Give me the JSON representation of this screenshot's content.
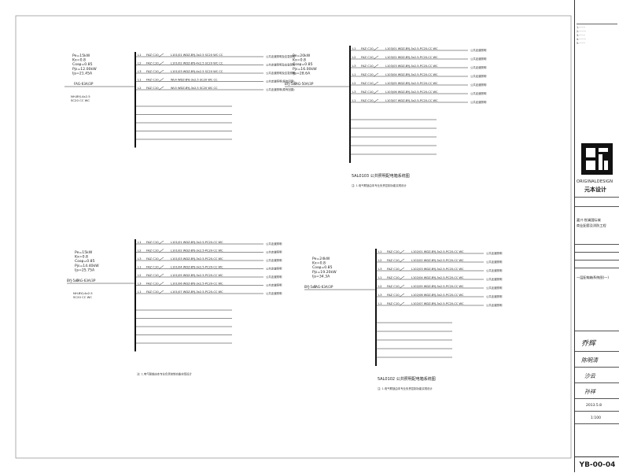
{
  "diagrams": [
    {
      "id": "d1",
      "params": [
        "Pe=15kW",
        "Kx=0.8",
        "Cosφ=0.85",
        "Pjs=12.00kW",
        "Ijs=21.45A"
      ],
      "main_switch": "FAG-63A/3P",
      "incoming": "NH-BYJ-4x2.5\nSC20 CC WC",
      "circuits": [
        {
          "phase": "L1",
          "breaker": "FAZ C10",
          "cable": "L101/01 WDZ-BYJ-3x2.5 SC20 WC CC",
          "use": "公共走道照明及应急照明"
        },
        {
          "phase": "L2",
          "breaker": "FAZ C10",
          "cable": "L101/02 WDZ-BYJ-4x2.5 SC20 WC CC",
          "use": "公共走道照明及应急照明"
        },
        {
          "phase": "L3",
          "breaker": "FAZ C10",
          "cable": "L101/03 WDZ-BYJ-4x2.5 SC20 WC CC",
          "use": "公共走道照明及应急照明"
        },
        {
          "phase": "L1",
          "breaker": "FAZ C10",
          "cable": "WL4 WDZ-BYJ-3x2.5 SC20 WC CC",
          "use": "公共走道照明(原有回路)"
        },
        {
          "phase": "L2",
          "breaker": "FAZ C10",
          "cable": "WL5 WDZ-BYJ-3x2.5 SC20 WC CC",
          "use": "公共走道照明(原有回路)"
        }
      ]
    },
    {
      "id": "d2",
      "params": [
        "Pe=20kW",
        "Kx=0.8",
        "Cosφ=0.85",
        "Pjs=16.00kW",
        "Ijs=28.6A"
      ],
      "main_switch": "FAG-50A/3P",
      "feeder": "BYJ-5x6",
      "title": "5AL0103 公共照明配电箱系统图",
      "note": "注: 1.电气联锁由本专业负责控制功能实现设计",
      "circuits": [
        {
          "phase": "L1",
          "breaker": "FAZ C10",
          "cable": "L103/01 WDZ-BYJ-3x2.5-PC20-CC WC",
          "use": "公共走道照明"
        },
        {
          "phase": "L2",
          "breaker": "FAZ C10",
          "cable": "L103/02 WDZ-BYJ-3x2.5-PC20-CC WC",
          "use": "公共走道照明"
        },
        {
          "phase": "L3",
          "breaker": "FAZ C10",
          "cable": "L103/03 WDZ-BYJ-3x2.5-PC20-CC WC",
          "use": "公共走道照明"
        },
        {
          "phase": "L1",
          "breaker": "FAZ C10",
          "cable": "L103/04 WDZ-BYJ-3x2.5-PC20-CC WC",
          "use": "公共走道照明"
        },
        {
          "phase": "L2",
          "breaker": "FAZ C10",
          "cable": "L103/05 WDZ-BYJ-3x2.5-PC20-CC WC",
          "use": "公共走道照明"
        },
        {
          "phase": "L3",
          "breaker": "FAZ C10",
          "cable": "L103/06 WDZ-BYJ-3x2.5-PC20-CC WC",
          "use": "公共走道照明"
        },
        {
          "phase": "L1",
          "breaker": "FAZ C10",
          "cable": "L103/07 WDZ-BYJ-3x2.5-PC20-CC WC",
          "use": "公共走道照明"
        }
      ]
    },
    {
      "id": "d3",
      "params": [
        "Pe=15kW",
        "Kx=0.8",
        "Cosφ=0.85",
        "Pjs=14.40kW",
        "Ijs=25.75A"
      ],
      "main_switch": "FAG-63A/3P",
      "feeder": "BYJ-5x6",
      "incoming": "NH-BYJ-4x2.5\nSC20 CC WC",
      "note": "注: 1.电气联锁由本专业负责控制功能实现设计",
      "circuits": [
        {
          "phase": "L1",
          "breaker": "FAZ C10",
          "cable": "L101/01 WDZ-BYJ-3x2.5-PC20-CC WC",
          "use": "公共走道照明"
        },
        {
          "phase": "L2",
          "breaker": "FAZ C10",
          "cable": "L101/02 WDZ-BYJ-3x2.5-PC20-CC WC",
          "use": "公共走道照明"
        },
        {
          "phase": "L3",
          "breaker": "FAZ C10",
          "cable": "L101/03 WDZ-BYJ-3x2.5-PC20-CC WC",
          "use": "公共走道照明"
        },
        {
          "phase": "L1",
          "breaker": "FAZ C10",
          "cable": "L101/04 WDZ-BYJ-3x2.5-PC20-CC WC",
          "use": "公共走道照明"
        },
        {
          "phase": "L2",
          "breaker": "FAZ C10",
          "cable": "L101/05 WDZ-BYJ-3x2.5-PC20-CC WC",
          "use": "公共走道照明"
        },
        {
          "phase": "L3",
          "breaker": "FAZ C10",
          "cable": "L101/06 WDZ-BYJ-3x2.5-PC20-CC WC",
          "use": "公共走道照明"
        },
        {
          "phase": "L1",
          "breaker": "FAZ C10",
          "cable": "L101/07 WDZ-BYJ-3x2.5-PC20-CC WC",
          "use": "公共走道照明"
        }
      ]
    },
    {
      "id": "d4",
      "params": [
        "Pe=24kW",
        "Kx=0.8",
        "Cosφ=0.85",
        "Pjs=19.20kW",
        "Ijs=34.3A"
      ],
      "main_switch": "FAG-63A/3P",
      "feeder": "BYJ-5x6",
      "title": "5AL0102 公共照明配电箱系统图",
      "note": "注: 1.电气联锁由本专业负责控制功能实现设计",
      "circuits": [
        {
          "phase": "L1",
          "breaker": "FAZ C10",
          "cable": "L102/01 WDZ-BYJ-3x2.5-PC20-CC WC",
          "use": "公共走道照明"
        },
        {
          "phase": "L2",
          "breaker": "FAZ C10",
          "cable": "L102/02 WDZ-BYJ-3x2.5-PC20-CC WC",
          "use": "公共走道照明"
        },
        {
          "phase": "L3",
          "breaker": "FAZ C10",
          "cable": "L102/03 WDZ-BYJ-3x2.5-PC20-CC WC",
          "use": "公共走道照明"
        },
        {
          "phase": "L1",
          "breaker": "FAZ C10",
          "cable": "L102/04 WDZ-BYJ-3x2.5-PC20-CC WC",
          "use": "公共走道照明"
        },
        {
          "phase": "L2",
          "breaker": "FAZ C10",
          "cable": "L102/05 WDZ-BYJ-3x2.5-PC20-CC WC",
          "use": "公共走道照明"
        },
        {
          "phase": "L3",
          "breaker": "FAZ C10",
          "cable": "L102/06 WDZ-BYJ-3x2.5-PC20-CC WC",
          "use": "公共走道照明"
        },
        {
          "phase": "L1",
          "breaker": "FAZ C10",
          "cable": "L102/07 WDZ-BYJ-3x2.5-PC20-CC WC",
          "use": "公共走道照明"
        }
      ]
    }
  ],
  "title_block": {
    "logo_text": "ORIGINALDESIGN",
    "company": "元本设计",
    "project": "嘉兴·悦澜国际城\n商业配套及消防工程",
    "drawing_title": "一层配电箱系统图(一)",
    "signature_1": "乔辉",
    "signature_2": "陈明清",
    "signature_3": "沙云",
    "signature_4": "孙祥",
    "date": "2013.5.8",
    "scale": "1:100",
    "drawing_no": "YB-00-04"
  }
}
